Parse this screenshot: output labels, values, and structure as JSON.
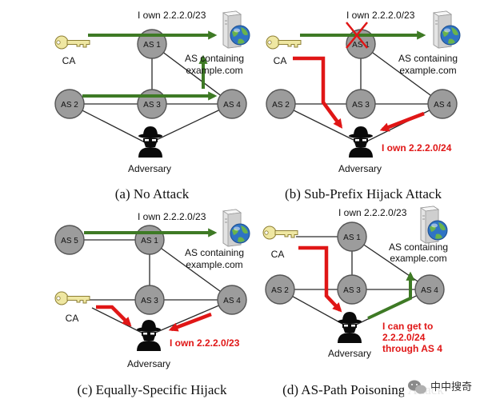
{
  "panels": {
    "a": {
      "caption": "(a) No Attack",
      "ownership": "I own 2.2.2.0/23",
      "as_nodes": [
        "AS 1",
        "AS 2",
        "AS 3",
        "AS 4"
      ],
      "ca": "CA",
      "server": [
        "AS containing",
        "example.com"
      ],
      "adversary": "Adversary"
    },
    "b": {
      "caption": "(b) Sub-Prefix Hijack Attack",
      "ownership": "I own 2.2.2.0/23",
      "as_nodes": [
        "AS 1",
        "AS 2",
        "AS 3",
        "AS 4"
      ],
      "ca": "CA",
      "server": [
        "AS containing",
        "example.com"
      ],
      "adversary": "Adversary",
      "claim": [
        "I own 2.2.2.0/24"
      ]
    },
    "c": {
      "caption": "(c) Equally-Specific Hijack",
      "ownership": "I own 2.2.2.0/23",
      "as_nodes": [
        "AS 5",
        "AS 1",
        "AS 3",
        "AS 4"
      ],
      "ca": "CA",
      "server": [
        "AS containing",
        "example.com"
      ],
      "adversary": "Adversary",
      "claim": [
        "I own 2.2.2.0/23"
      ]
    },
    "d": {
      "caption": "(d) AS-Path Poisoning Attack",
      "ownership": "I own 2.2.2.0/23",
      "as_nodes": [
        "AS 1",
        "AS 2",
        "AS 3",
        "AS 4"
      ],
      "ca": "CA",
      "server": [
        "AS containing",
        "example.com"
      ],
      "adversary": "Adversary",
      "claim": [
        "I can get to",
        "2.2.2.0/24",
        "through AS 4"
      ]
    }
  },
  "watermark": "中中搜奇",
  "colors": {
    "good_path": "#3e7a25",
    "attack_path": "#e01616",
    "node_fill": "#9c9c9c"
  },
  "icons": [
    "key-icon",
    "server-globe-icon",
    "spy-icon",
    "wechat-icon"
  ]
}
